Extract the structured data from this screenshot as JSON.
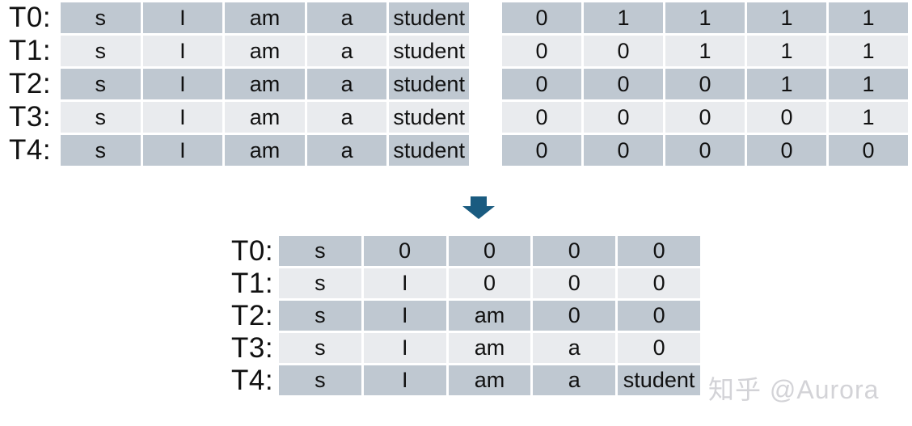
{
  "colors": {
    "row_dark": "#bfc8d1",
    "row_light": "#e9ebee",
    "arrow": "#1a5b80",
    "text": "#111111",
    "watermark": "#d3d3d7",
    "background": "#ffffff"
  },
  "left_table": {
    "row_labels": [
      "T0:",
      "T1:",
      "T2:",
      "T3:",
      "T4:"
    ],
    "rows": [
      [
        "s",
        "I",
        "am",
        "a",
        "student"
      ],
      [
        "s",
        "I",
        "am",
        "a",
        "student"
      ],
      [
        "s",
        "I",
        "am",
        "a",
        "student"
      ],
      [
        "s",
        "I",
        "am",
        "a",
        "student"
      ],
      [
        "s",
        "I",
        "am",
        "a",
        "student"
      ]
    ]
  },
  "mask_table": {
    "rows": [
      [
        "0",
        "1",
        "1",
        "1",
        "1"
      ],
      [
        "0",
        "0",
        "1",
        "1",
        "1"
      ],
      [
        "0",
        "0",
        "0",
        "1",
        "1"
      ],
      [
        "0",
        "0",
        "0",
        "0",
        "1"
      ],
      [
        "0",
        "0",
        "0",
        "0",
        "0"
      ]
    ]
  },
  "result_table": {
    "row_labels": [
      "T0:",
      "T1:",
      "T2:",
      "T3:",
      "T4:"
    ],
    "rows": [
      [
        "s",
        "0",
        "0",
        "0",
        "0"
      ],
      [
        "s",
        "I",
        "0",
        "0",
        "0"
      ],
      [
        "s",
        "I",
        "am",
        "0",
        "0"
      ],
      [
        "s",
        "I",
        "am",
        "a",
        "0"
      ],
      [
        "s",
        "I",
        "am",
        "a",
        "student"
      ]
    ]
  },
  "arrow": {
    "icon": "down-arrow"
  },
  "watermark": {
    "text": "知乎 @Aurora"
  }
}
